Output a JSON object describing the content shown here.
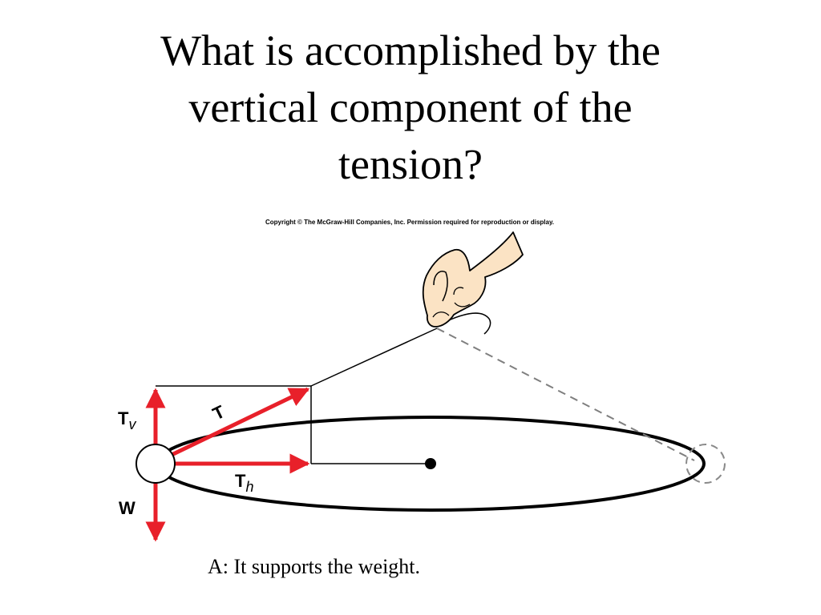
{
  "slide": {
    "title": "What is accomplished by the vertical component of the tension?",
    "title_lines": [
      "What is accomplished by the",
      "vertical component of the",
      "tension?"
    ],
    "answer": "A: It supports the weight."
  },
  "figure": {
    "copyright": "Copyright © The McGraw-Hill Companies, Inc. Permission required for reproduction or display.",
    "labels": {
      "tension_main": "T",
      "tension_vertical_main": "T",
      "tension_vertical_sub": "v",
      "tension_horizontal_main": "T",
      "tension_horizontal_sub": "h",
      "weight": "W"
    },
    "colors": {
      "vector_red": "#e8202a",
      "hand_skin": "#fbe3c4",
      "outline": "#000000",
      "dashed_gray": "#7f7f7f"
    }
  }
}
